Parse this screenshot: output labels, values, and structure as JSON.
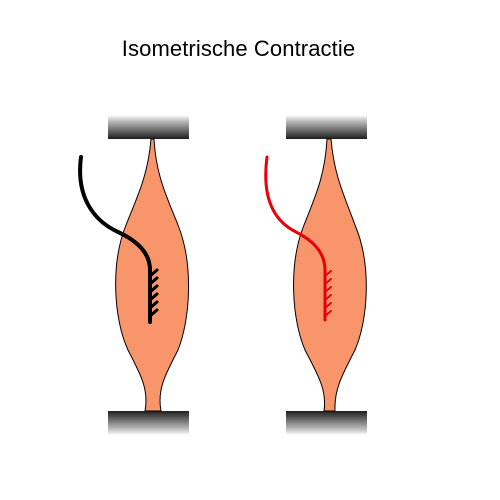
{
  "title": "Isometrische Contractie",
  "colors": {
    "muscle_fill": "#F9956B",
    "muscle_stroke": "#000000",
    "left_nerve": "#000000",
    "right_nerve": "#E8000B",
    "clamp_light": "#FFFFFF",
    "clamp_dark": "#1E1E1E"
  },
  "muscles": [
    {
      "id": "relaxed",
      "nerve_color_key": "left_nerve"
    },
    {
      "id": "contracted",
      "nerve_color_key": "right_nerve"
    }
  ]
}
